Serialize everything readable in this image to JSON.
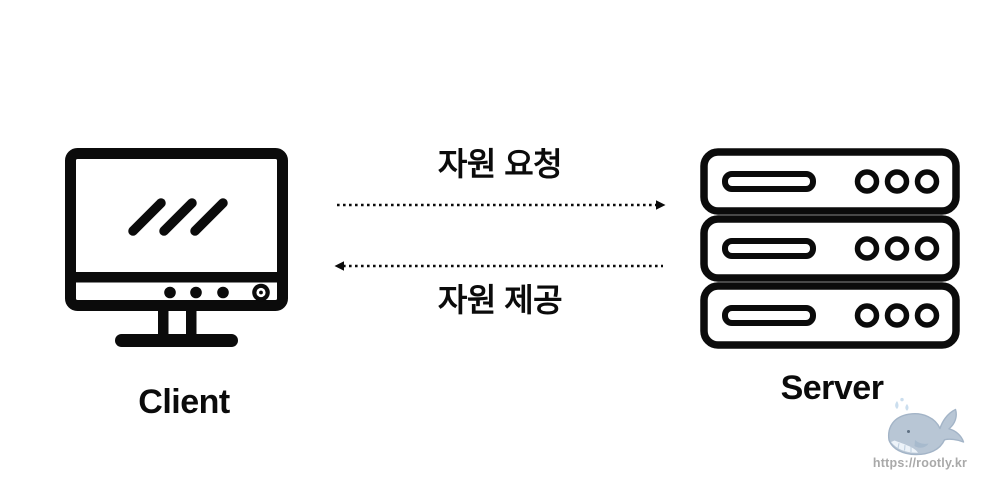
{
  "diagram": {
    "title": "client-server resource exchange"
  },
  "client": {
    "label": "Client"
  },
  "server": {
    "label": "Server"
  },
  "flow": {
    "request_label": "자원 요청",
    "provide_label": "자원 제공"
  },
  "watermark": {
    "text": "https://rootly.kr",
    "icon": "whale-icon"
  },
  "icons": {
    "client": "monitor-icon",
    "server": "server-stack-icon",
    "request": "dotted-arrow-right-icon",
    "provide": "dotted-arrow-left-icon"
  },
  "colors": {
    "ink": "#0b0b0b",
    "whale_body": "#b8c6d5",
    "whale_accent": "#cbdeee",
    "watermark": "#a9a9a9"
  }
}
